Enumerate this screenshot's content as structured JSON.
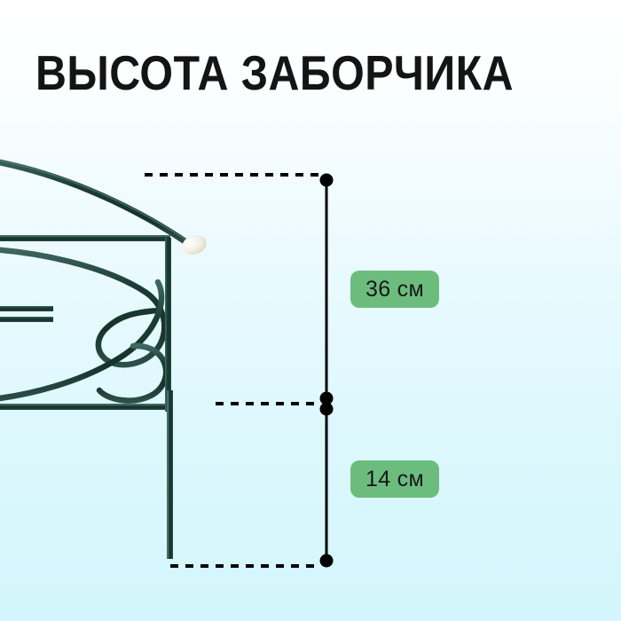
{
  "page": {
    "title": "ВЫСОТА ЗАБОРЧИКА",
    "background_top_color": "#ffffff",
    "background_bottom_color": "#d2f6fb"
  },
  "product": {
    "name": "decorative-garden-fence-section",
    "frame_color": "#1d4038",
    "frame_highlight_color": "#3e655c",
    "end_cap_color": "#f2efe4"
  },
  "measurements": {
    "badge_color": "#6cbd7d",
    "badge_text_color": "#16181a",
    "items": [
      {
        "name": "upper-section-height",
        "label": "36 см",
        "value": 36,
        "unit": "см"
      },
      {
        "name": "ground-stake-height",
        "label": "14 см",
        "value": 14,
        "unit": "см"
      }
    ],
    "guide_color": "#000000"
  }
}
